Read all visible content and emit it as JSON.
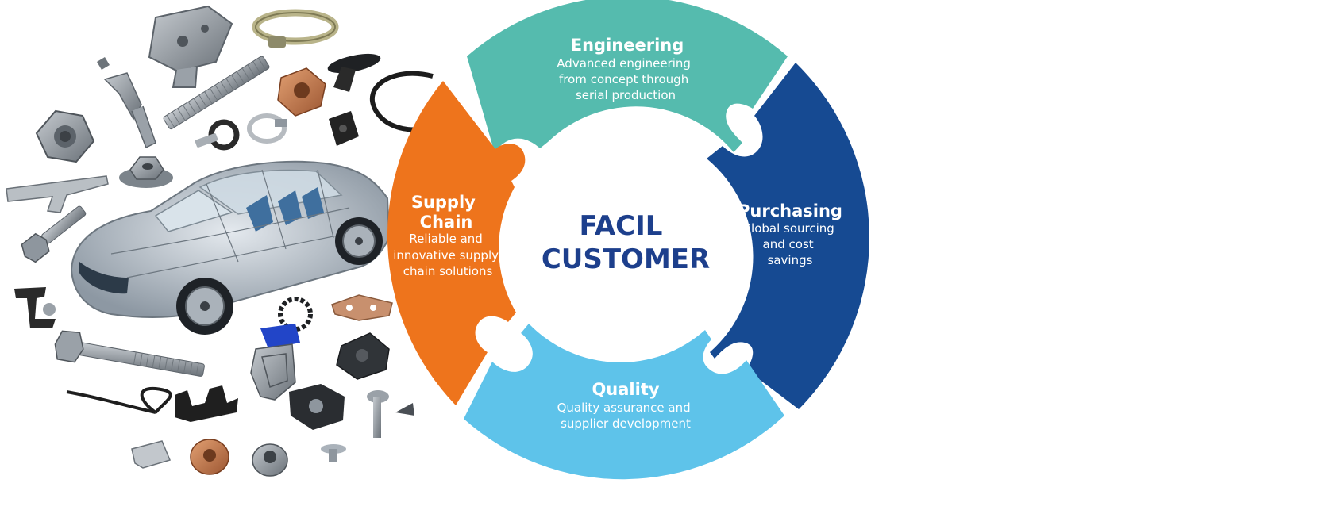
{
  "center": {
    "line1": "FACIL",
    "line2": "CUSTOMER",
    "color": "#1d3f8c"
  },
  "segments": {
    "engineering": {
      "title": "Engineering",
      "lines": [
        "Advanced engineering",
        "from concept through",
        "serial production"
      ],
      "color": "#55bbae"
    },
    "purchasing": {
      "title": "Purchasing",
      "lines": [
        "Global sourcing",
        "and cost",
        "savings"
      ],
      "color": "#164a92"
    },
    "quality": {
      "title": "Quality",
      "lines": [
        "Quality assurance and",
        "supplier development"
      ],
      "color": "#5ec3ea"
    },
    "supply_chain": {
      "title_lines": [
        "Supply",
        "Chain"
      ],
      "lines": [
        "Reliable and",
        "innovative supply",
        "chain solutions"
      ],
      "color": "#ee741c"
    }
  },
  "illustration": {
    "icons": [
      "car-cutaway",
      "nut",
      "bolt",
      "clamp",
      "hose-clamp",
      "cable-tie",
      "rivet",
      "push-clip",
      "snap-ring",
      "bracket",
      "washer"
    ],
    "colors": {
      "steel": "#8e969e",
      "steel_dark": "#5c636a",
      "copper": "#c8784a",
      "black_part": "#2a2a2a",
      "blue_part": "#2245c8"
    }
  }
}
